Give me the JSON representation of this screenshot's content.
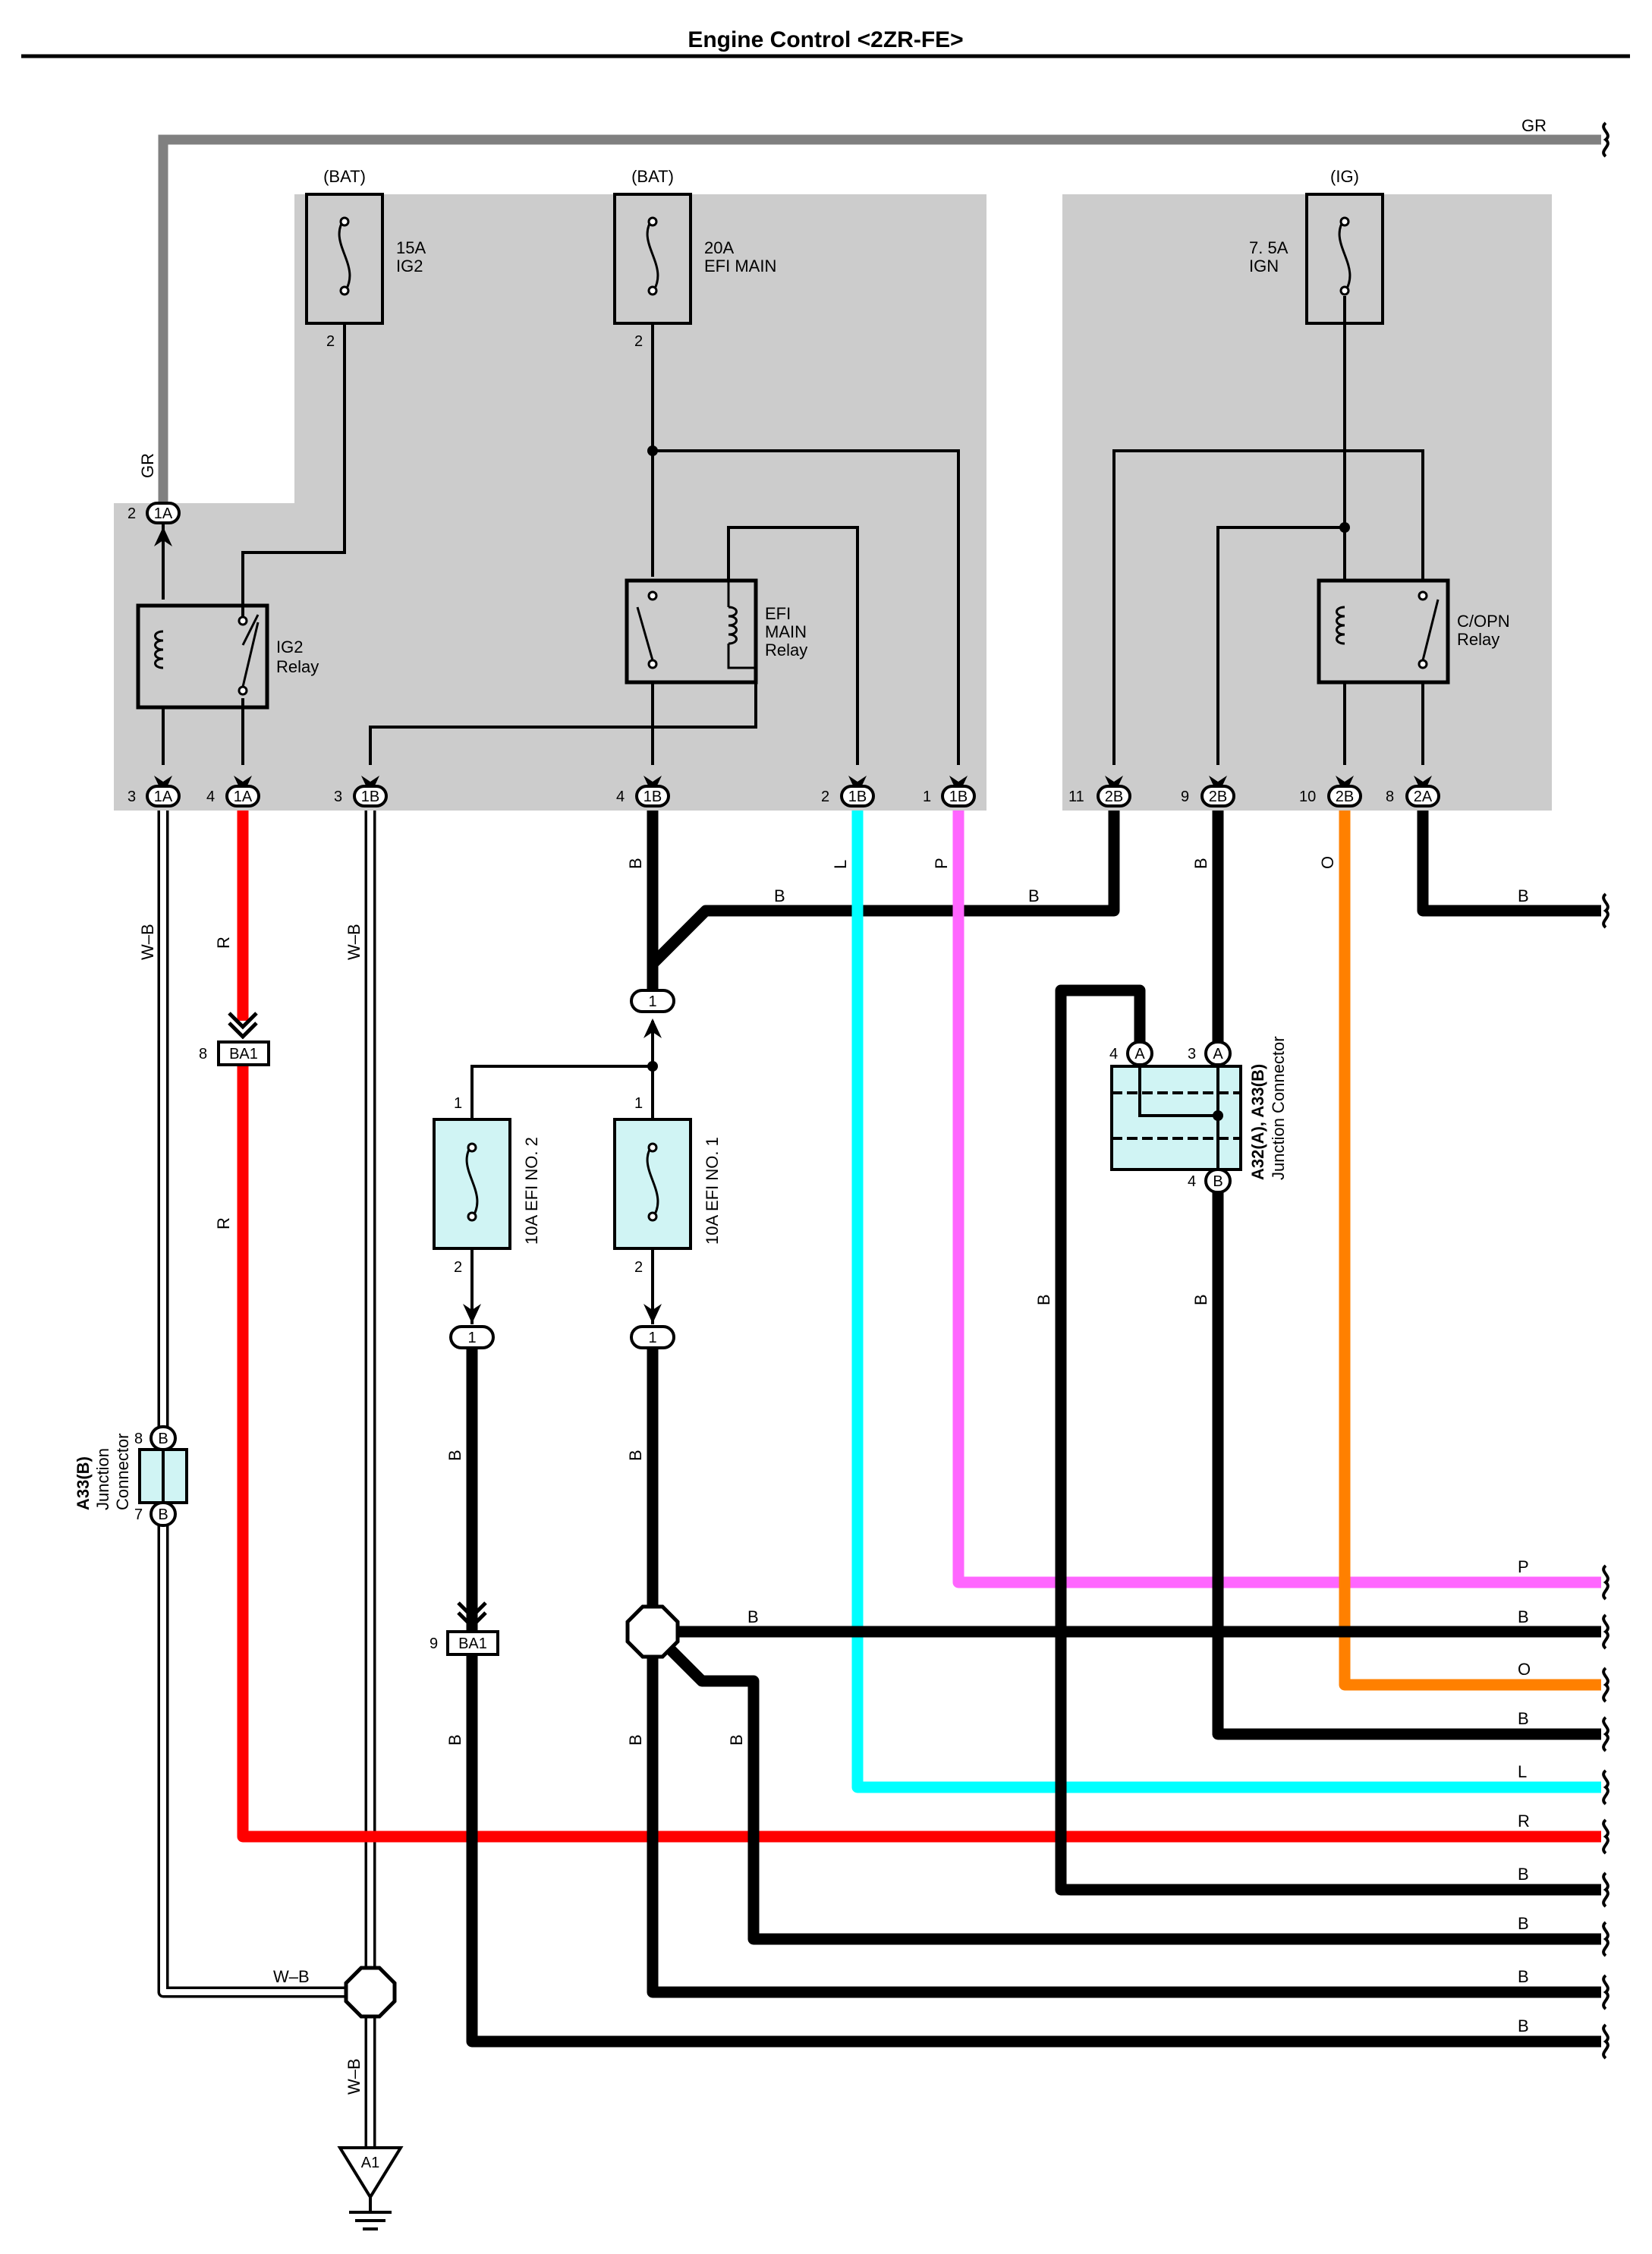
{
  "title": "Engine Control <2ZR-FE>",
  "colors": {
    "B": "#000000",
    "GR": "#808080",
    "R": "#ff0000",
    "L": "#00ffff",
    "P": "#ff66ff",
    "O": "#ff8000",
    "W-B": "#ffffff",
    "panel": "#cccccc",
    "component_fill": "#d0f4f4"
  },
  "power_sources": {
    "left": "(BAT)",
    "mid": "(BAT)",
    "right": "(IG)"
  },
  "fuses": {
    "ig2": {
      "rating": "15A",
      "name": "IG2",
      "pin": "2"
    },
    "efi_main": {
      "rating": "20A",
      "name": "EFI MAIN",
      "pin": "2"
    },
    "ign": {
      "rating": "7. 5A",
      "name": "IGN"
    },
    "efi_no2": {
      "label": "10A EFI NO. 2",
      "pin_top": "1",
      "pin_bottom": "2"
    },
    "efi_no1": {
      "label": "10A EFI NO. 1",
      "pin_top": "1",
      "pin_bottom": "2"
    }
  },
  "relays": {
    "ig2": {
      "line1": "IG2",
      "line2": "Relay"
    },
    "efi_main": {
      "line1": "EFI",
      "line2": "MAIN",
      "line3": "Relay"
    },
    "copn": {
      "line1": "C/OPN",
      "line2": "Relay"
    }
  },
  "connectors": {
    "top_2_1A": {
      "pin": "2",
      "code": "1A"
    },
    "c3_1A": {
      "pin": "3",
      "code": "1A"
    },
    "c4_1A": {
      "pin": "4",
      "code": "1A"
    },
    "c3_1B": {
      "pin": "3",
      "code": "1B"
    },
    "c4_1B": {
      "pin": "4",
      "code": "1B"
    },
    "c2_1B": {
      "pin": "2",
      "code": "1B"
    },
    "c1_1B": {
      "pin": "1",
      "code": "1B"
    },
    "c11_2B": {
      "pin": "11",
      "code": "2B"
    },
    "c9_2B": {
      "pin": "9",
      "code": "2B"
    },
    "c10_2B": {
      "pin": "10",
      "code": "2B"
    },
    "c8_2A": {
      "pin": "8",
      "code": "2A"
    },
    "efi_in": {
      "code": "1"
    },
    "efi2_out": {
      "code": "1"
    },
    "efi1_out": {
      "code": "1"
    },
    "ba1_8": {
      "pin": "8",
      "code": "BA1"
    },
    "ba1_9": {
      "pin": "9",
      "code": "BA1"
    },
    "a1": {
      "code": "A1"
    }
  },
  "junction_a33_left": {
    "name1": "A33(B)",
    "name2": "Junction",
    "name3": "Connector",
    "top_pin": "8",
    "top_code": "B",
    "bottom_pin": "7",
    "bottom_code": "B"
  },
  "junction_a32": {
    "name1": "A32(A), A33(B)",
    "name2": "Junction Connector",
    "pin_4": "4",
    "code_4": "A",
    "pin_3": "3",
    "code_3": "A",
    "pin_b4": "4",
    "code_b4": "B"
  },
  "wire_labels": {
    "gr_top_right": "GR",
    "gr_vertical": "GR",
    "wb_left": "W–B",
    "r_upper": "R",
    "wb_mid": "W–B",
    "b_4_1b": "B",
    "b_branch_mid": "B",
    "b_branch_right": "B",
    "l_vertical": "L",
    "p_vertical": "P",
    "b_9_2b": "B",
    "o_vertical": "O",
    "b_8_2a_right": "B",
    "r_lower": "R",
    "b_efi2_out": "B",
    "b_efi1_out": "B",
    "b_a32_left": "B",
    "b_a32_down": "B",
    "b_ba1_down": "B",
    "b_hub_down": "B",
    "b_hub_branch": "B",
    "b_hub_right": "B",
    "wb_junction": "W–B",
    "wb_ground": "W–B"
  },
  "right_exit_labels": [
    "P",
    "B",
    "O",
    "B",
    "L",
    "R",
    "B",
    "B",
    "B",
    "B"
  ]
}
